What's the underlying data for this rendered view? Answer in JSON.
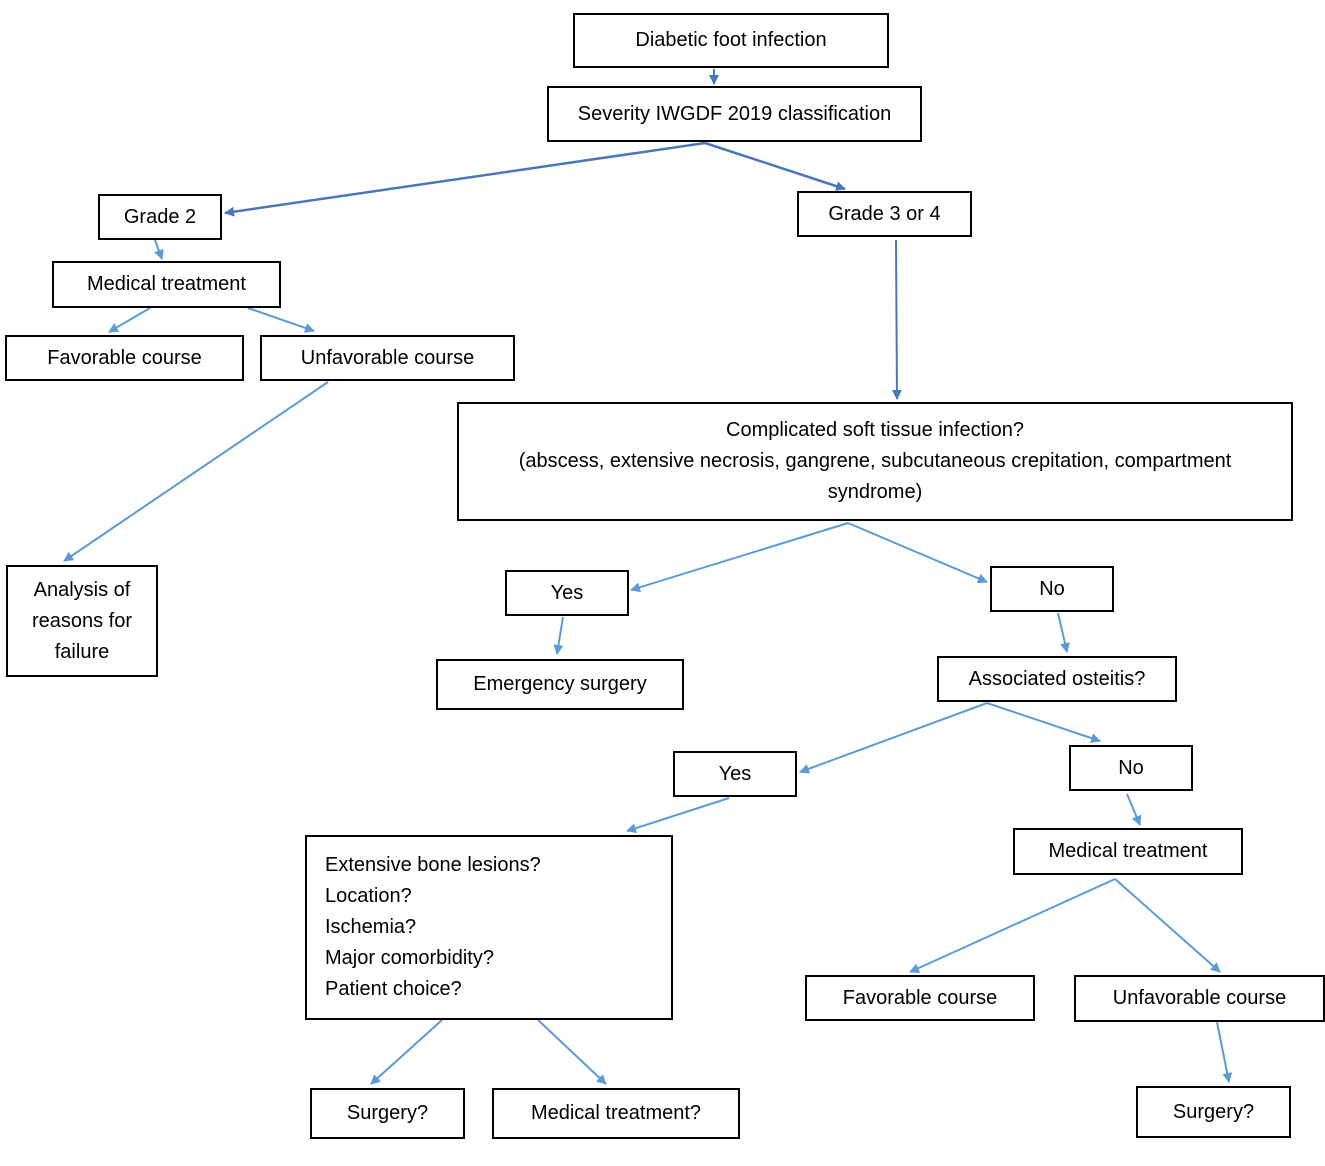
{
  "colors": {
    "dark_arrow": "#4a78b6",
    "light_arrow": "#5b9bd5",
    "box_border": "#000000"
  },
  "nodes": {
    "root": "Diabetic foot infection",
    "severity": "Severity IWGDF 2019 classification",
    "grade2": "Grade 2",
    "grade34": "Grade 3 or 4",
    "med_treatment_1": "Medical treatment",
    "favorable_1": "Favorable course",
    "unfavorable_1": "Unfavorable course",
    "analysis": [
      "Analysis of",
      "reasons for",
      "failure"
    ],
    "complicated": [
      "Complicated soft tissue infection?",
      "(abscess, extensive necrosis, gangrene, subcutaneous crepitation, compartment",
      "syndrome)"
    ],
    "yes_1": "Yes",
    "no_1": "No",
    "emergency": "Emergency surgery",
    "osteitis": "Associated osteitis?",
    "yes_2": "Yes",
    "no_2": "No",
    "criteria": [
      "Extensive bone lesions?",
      "Location?",
      "Ischemia?",
      "Major comorbidity?",
      "Patient choice?"
    ],
    "med_treatment_2": "Medical treatment",
    "favorable_2": "Favorable course",
    "unfavorable_2": "Unfavorable course",
    "surgery_1": "Surgery?",
    "med_treatment_q": "Medical treatment?",
    "surgery_2": "Surgery?"
  }
}
